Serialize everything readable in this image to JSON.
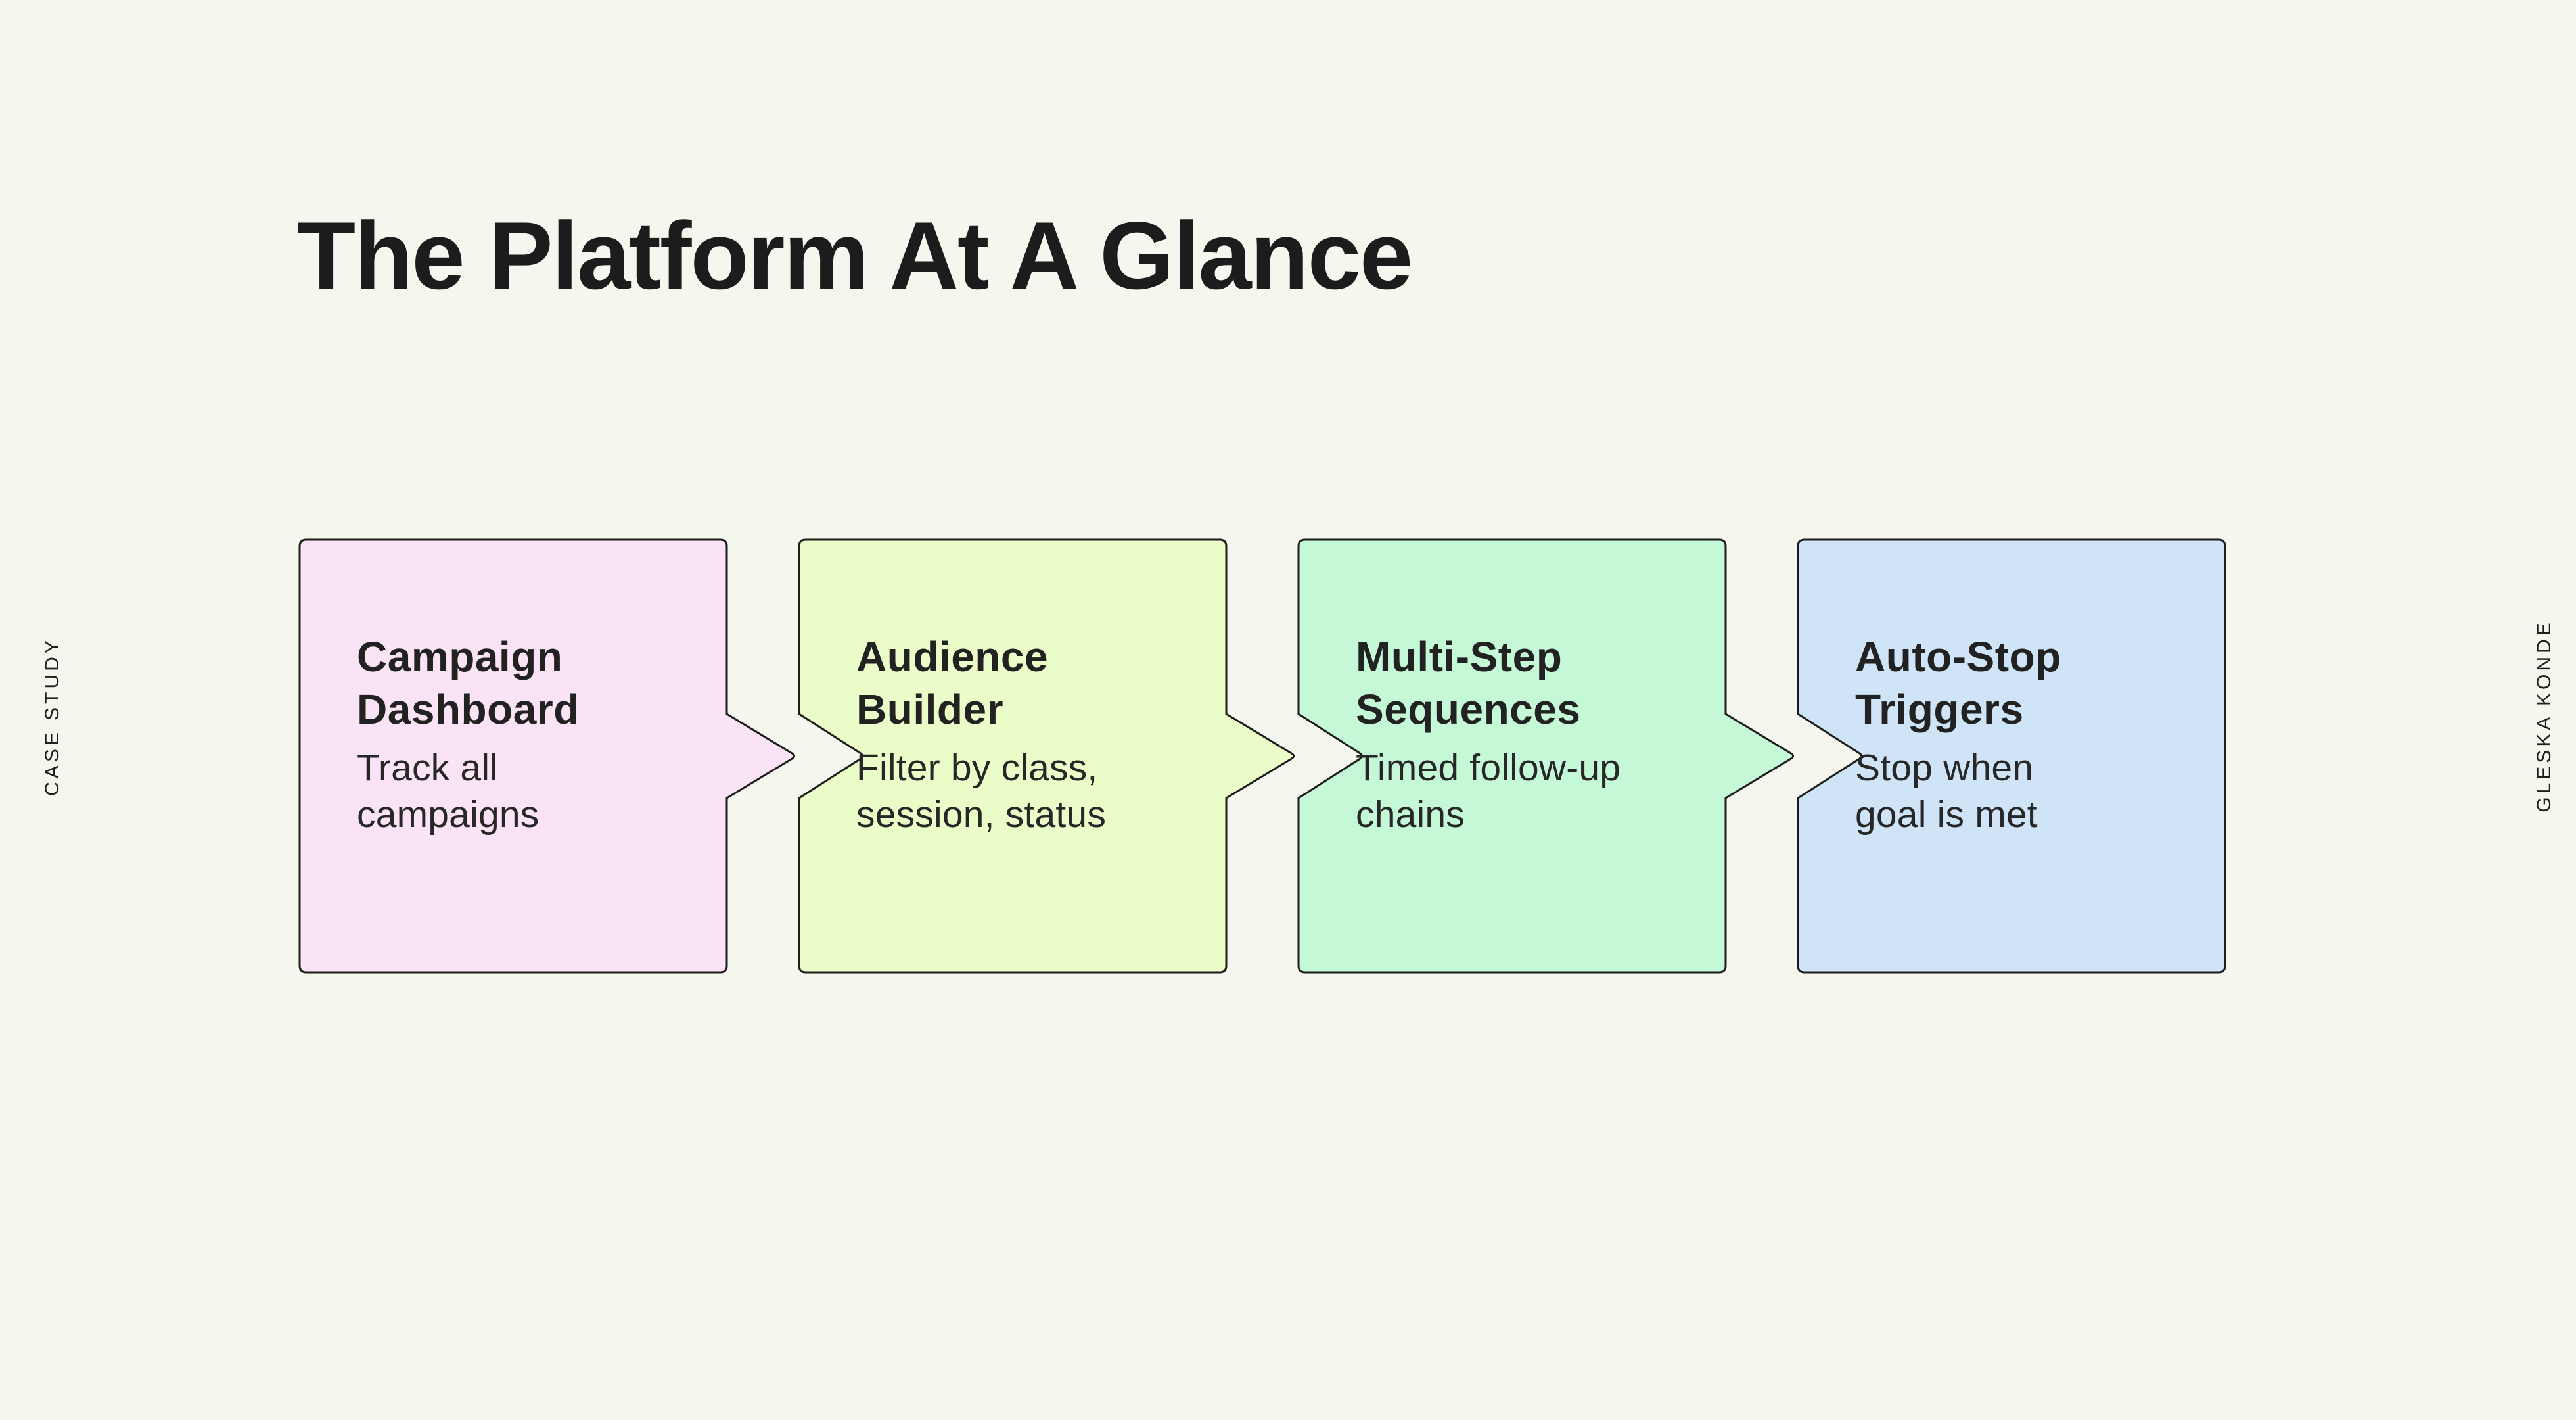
{
  "page": {
    "title": "The Platform At A Glance",
    "side_labels": {
      "left": "CASE STUDY",
      "right": "GLESKA KONDE"
    }
  },
  "colors": {
    "background": "#f5f6ee",
    "ink": "#1c1c1c",
    "card_pink": "#fae3f5",
    "card_lime": "#eafcc7",
    "card_mint": "#c5f8d7",
    "card_blue": "#cfe4f7"
  },
  "cards": [
    {
      "title": "Campaign\nDashboard",
      "description": "Track all\ncampaigns",
      "fill": "#fae3f5"
    },
    {
      "title": "Audience\nBuilder",
      "description": "Filter by class,\nsession, status",
      "fill": "#eafcc7"
    },
    {
      "title": "Multi-Step\nSequences",
      "description": "Timed follow-up\nchains",
      "fill": "#c5f8d7"
    },
    {
      "title": "Auto-Stop\nTriggers",
      "description": "Stop when\ngoal is met",
      "fill": "#cfe4f7"
    }
  ]
}
